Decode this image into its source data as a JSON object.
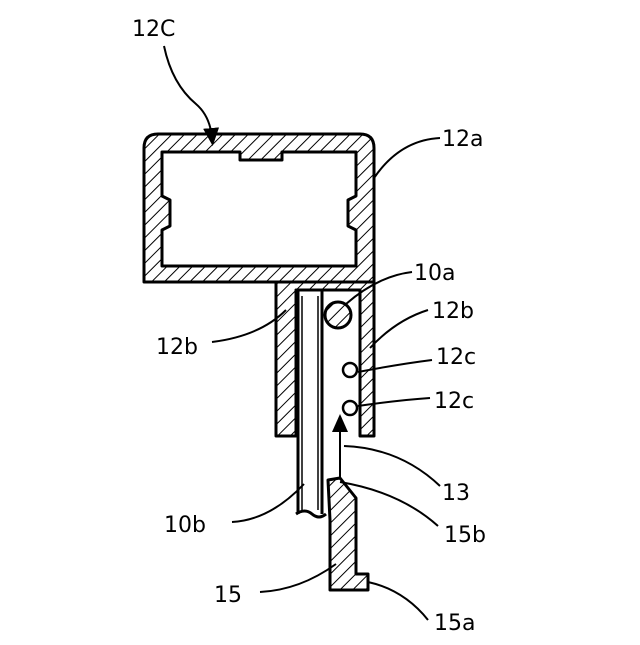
{
  "labels": {
    "frame_top": "12C",
    "frame_side": "12a",
    "strip": "10a",
    "arm_right": "12b",
    "arm_left": "12b",
    "groove_upper": "12c",
    "groove_lower": "12c",
    "spring": "13",
    "panel": "10b",
    "clip_tip": "15b",
    "clip": "15",
    "clip_foot": "15a"
  },
  "colors": {
    "line": "#000000",
    "background": "#ffffff"
  }
}
